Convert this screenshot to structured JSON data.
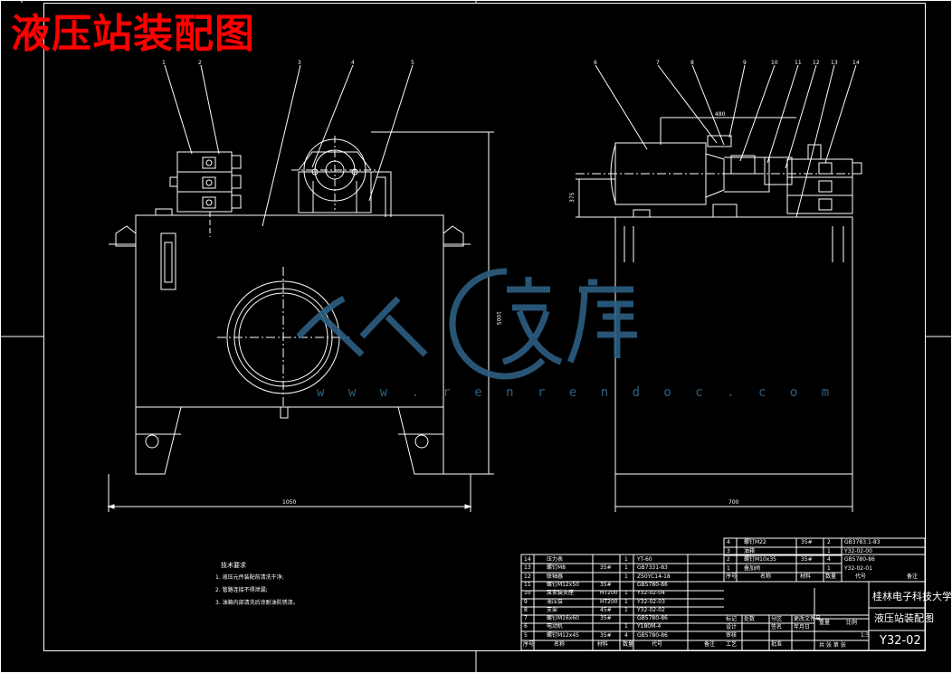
{
  "title": "液压站装配图",
  "watermark": {
    "brand": "人人文库",
    "url": "w w w . r e n r e n d o c . c o m"
  },
  "front_view": {
    "callouts": [
      "1",
      "2",
      "3",
      "4",
      "5"
    ],
    "dimensions": {
      "width": "1050",
      "height": "1005"
    }
  },
  "side_view": {
    "callouts": [
      "6",
      "7",
      "8",
      "9",
      "10",
      "11",
      "12",
      "13",
      "14"
    ],
    "dimensions": {
      "width": "700",
      "top": "480",
      "left": "375"
    }
  },
  "technical_notes": {
    "heading": "技术要求",
    "items": [
      "1. 液压元件装配前清洗干净;",
      "2. 管路连接不得泄漏;",
      "3. 油箱内部清洗后涂耐油防锈漆。"
    ]
  },
  "parts_list_main": {
    "rows": [
      [
        "14",
        "压力表",
        "",
        "1",
        "YT-60"
      ],
      [
        "13",
        "螺钉M8",
        "35#",
        "1",
        "GB7331-83"
      ],
      [
        "12",
        "联轴器",
        "",
        "1",
        "Z50YC14-18"
      ],
      [
        "11",
        "螺钉M12x50",
        "35#",
        "",
        "GB5780-86"
      ],
      [
        "10",
        "泵安装支座",
        "HT200",
        "1",
        "Y32-02-04"
      ],
      [
        "9",
        "液压泵",
        "HT200",
        "1",
        "Y32-02-03"
      ],
      [
        "8",
        "支架",
        "45#",
        "1",
        "Y32-02-02"
      ],
      [
        "7",
        "螺钉M16x60",
        "35#",
        "",
        "GB5780-86"
      ],
      [
        "6",
        "电动机",
        "",
        "1",
        "Y180M-4"
      ],
      [
        "5",
        "螺钉M12x45",
        "35#",
        "4",
        "GB5780-86"
      ]
    ],
    "header": [
      "序号",
      "名称",
      "材料",
      "数量",
      "代号",
      "备注"
    ]
  },
  "parts_list_upper": {
    "rows": [
      [
        "4",
        "螺钉M22",
        "35#",
        "2",
        "GB3783.1-83"
      ],
      [
        "3",
        "油箱",
        "",
        "1",
        "Y32-02-00"
      ],
      [
        "2",
        "螺钉M10x35",
        "35#",
        "4",
        "GB5780-86"
      ],
      [
        "1",
        "叠加阀",
        "",
        "1",
        "Y32-02-01"
      ]
    ],
    "header": [
      "序号",
      "名称",
      "材料",
      "数量",
      "代号",
      "备注"
    ]
  },
  "title_block": {
    "school": "桂林电子科技大学",
    "drawing_name": "液压站装配图",
    "drawing_number": "Y32-02",
    "scale": "1:5",
    "weight_label": "重量",
    "scale_label": "比例",
    "labels": [
      "标记",
      "处数",
      "分区",
      "更改文件号",
      "签名",
      "年月日"
    ],
    "roles": [
      "设计",
      "审核",
      "工艺",
      "批准"
    ],
    "sheet": "共 张 第 张"
  },
  "colors": {
    "background": "#000000",
    "lines": "#ffffff",
    "title": "#ff0000",
    "watermark": "#2d5f83"
  }
}
